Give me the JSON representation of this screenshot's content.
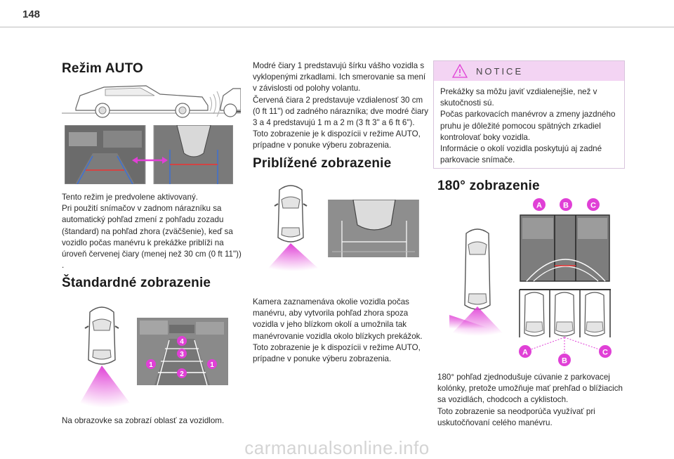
{
  "page": {
    "number": "148"
  },
  "col1": {
    "heading": "Režim AUTO",
    "para": "Tento režim je predvolene aktivovaný.\nPri použití snímačov v zadnom nárazníku sa automatický pohľad zmení z pohľadu zozadu (štandard) na pohľad zhora (zväčšenie), keď sa vozidlo počas manévru k prekážke priblíži na úroveň červenej čiary (menej než 30 cm (0 ft 11\")) .",
    "heading2": "Štandardné zobrazenie",
    "caption": "Na obrazovke sa zobrazí oblasť za vozidlom.",
    "badges": [
      "1",
      "2",
      "3",
      "4",
      "1"
    ]
  },
  "col2": {
    "para": "Modré čiary 1 predstavujú šírku vášho vozidla s vyklopenými zrkadlami. Ich smerovanie sa mení v závislosti od polohy volantu.\nČervená čiara 2 predstavuje vzdialenosť 30 cm (0 ft 11\") od zadného nárazníka; dve modré čiary 3 a 4 predstavujú 1 m a 2 m (3 ft 3\" a 6 ft 6\").\nToto zobrazenie je k dispozícii v režime AUTO, prípadne v ponuke výberu zobrazenia.",
    "heading": "Priblížené zobrazenie",
    "para2": "Kamera zaznamenáva okolie vozidla počas manévru, aby vytvorila pohľad zhora spoza vozidla v jeho blízkom okolí a umožnila tak manévrovanie vozidla okolo blízkych prekážok.\nToto zobrazenie je k dispozícii v režime AUTO, prípadne v ponuke výberu zobrazenia."
  },
  "col3": {
    "notice_title": "NOTICE",
    "notice_text": "Prekážky sa môžu javiť vzdialenejšie, než v skutočnosti sú.\nPočas parkovacích manévrov a zmeny jazdného pruhu je dôležité pomocou spätných zrkadiel kontrolovať boky vozidla.\nInformácie o okolí vozidla poskytujú aj zadné parkovacie snímače.",
    "heading": "180° zobrazenie",
    "labels_top": [
      "A",
      "B",
      "C"
    ],
    "labels_bottom": [
      "A",
      "B",
      "C"
    ],
    "para": "180° pohľad zjednodušuje cúvanie z parkovacej kolónky, pretože umožňuje mať prehľad o blížiacich sa vozidlách, chodcoch a cyklistoch.\nToto zobrazenie sa neodporúča využívať pri uskutočňovaní celého manévru."
  },
  "watermark": "carmanualsonline.info",
  "colors": {
    "accent": "#e040d6",
    "notice_bg": "#f3d4f3",
    "blue": "#3a6fd8"
  }
}
